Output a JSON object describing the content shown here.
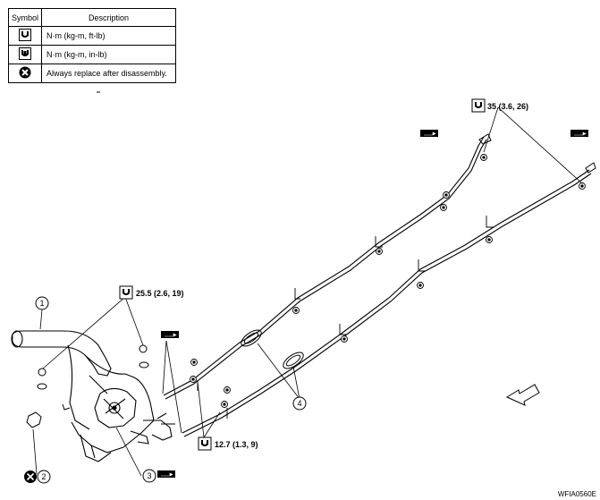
{
  "legend": {
    "header_symbol": "Symbol",
    "header_description": "Description",
    "rows": [
      {
        "icon": "torque-wrench-icon",
        "description": "N·m (kg-m, ft-lb)"
      },
      {
        "icon": "torque-wrench-inlb-icon",
        "description": "N·m (kg-m, in-lb)"
      },
      {
        "icon": "replace-part-icon",
        "description": "Always replace after disassembly."
      }
    ]
  },
  "torque_specs": {
    "rear_bracket": "35 (3.6, 26)",
    "lever_mount": "25.5 (2.6, 19)",
    "cable_mount": "12.7 (1.3, 9)"
  },
  "callouts": {
    "item_1": "1",
    "item_2": "2",
    "item_3": "3",
    "item_4": "4"
  },
  "figure_id": "WFIA0560E",
  "colors": {
    "line": "#000000",
    "background": "#ffffff"
  }
}
